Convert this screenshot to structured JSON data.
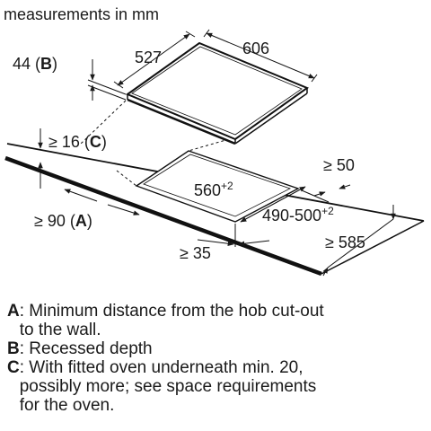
{
  "header": {
    "title": "measurements in mm"
  },
  "dimensions": {
    "hob_width": "527",
    "hob_depth": "606",
    "thickness": "44",
    "thickness_key": "B",
    "min_clearance": "≥ 16",
    "min_clearance_key": "C",
    "back_distance": "≥ 50",
    "cutout_width": "560",
    "cutout_width_tol": "+2",
    "cutout_depth": "490-500",
    "cutout_depth_tol": "+2",
    "wall_distance": "≥ 90",
    "wall_distance_key": "A",
    "front_distance": "≥ 35",
    "worktop_depth": "≥ 585"
  },
  "legend": [
    {
      "key": "A",
      "text": ": Minimum distance from the hob cut-out",
      "text2": "to the wall."
    },
    {
      "key": "B",
      "text": ": Recessed depth"
    },
    {
      "key": "C",
      "text": ": With fitted oven underneath min. 20,",
      "text2": "possibly more; see space requirements",
      "text3": "for the oven."
    }
  ]
}
